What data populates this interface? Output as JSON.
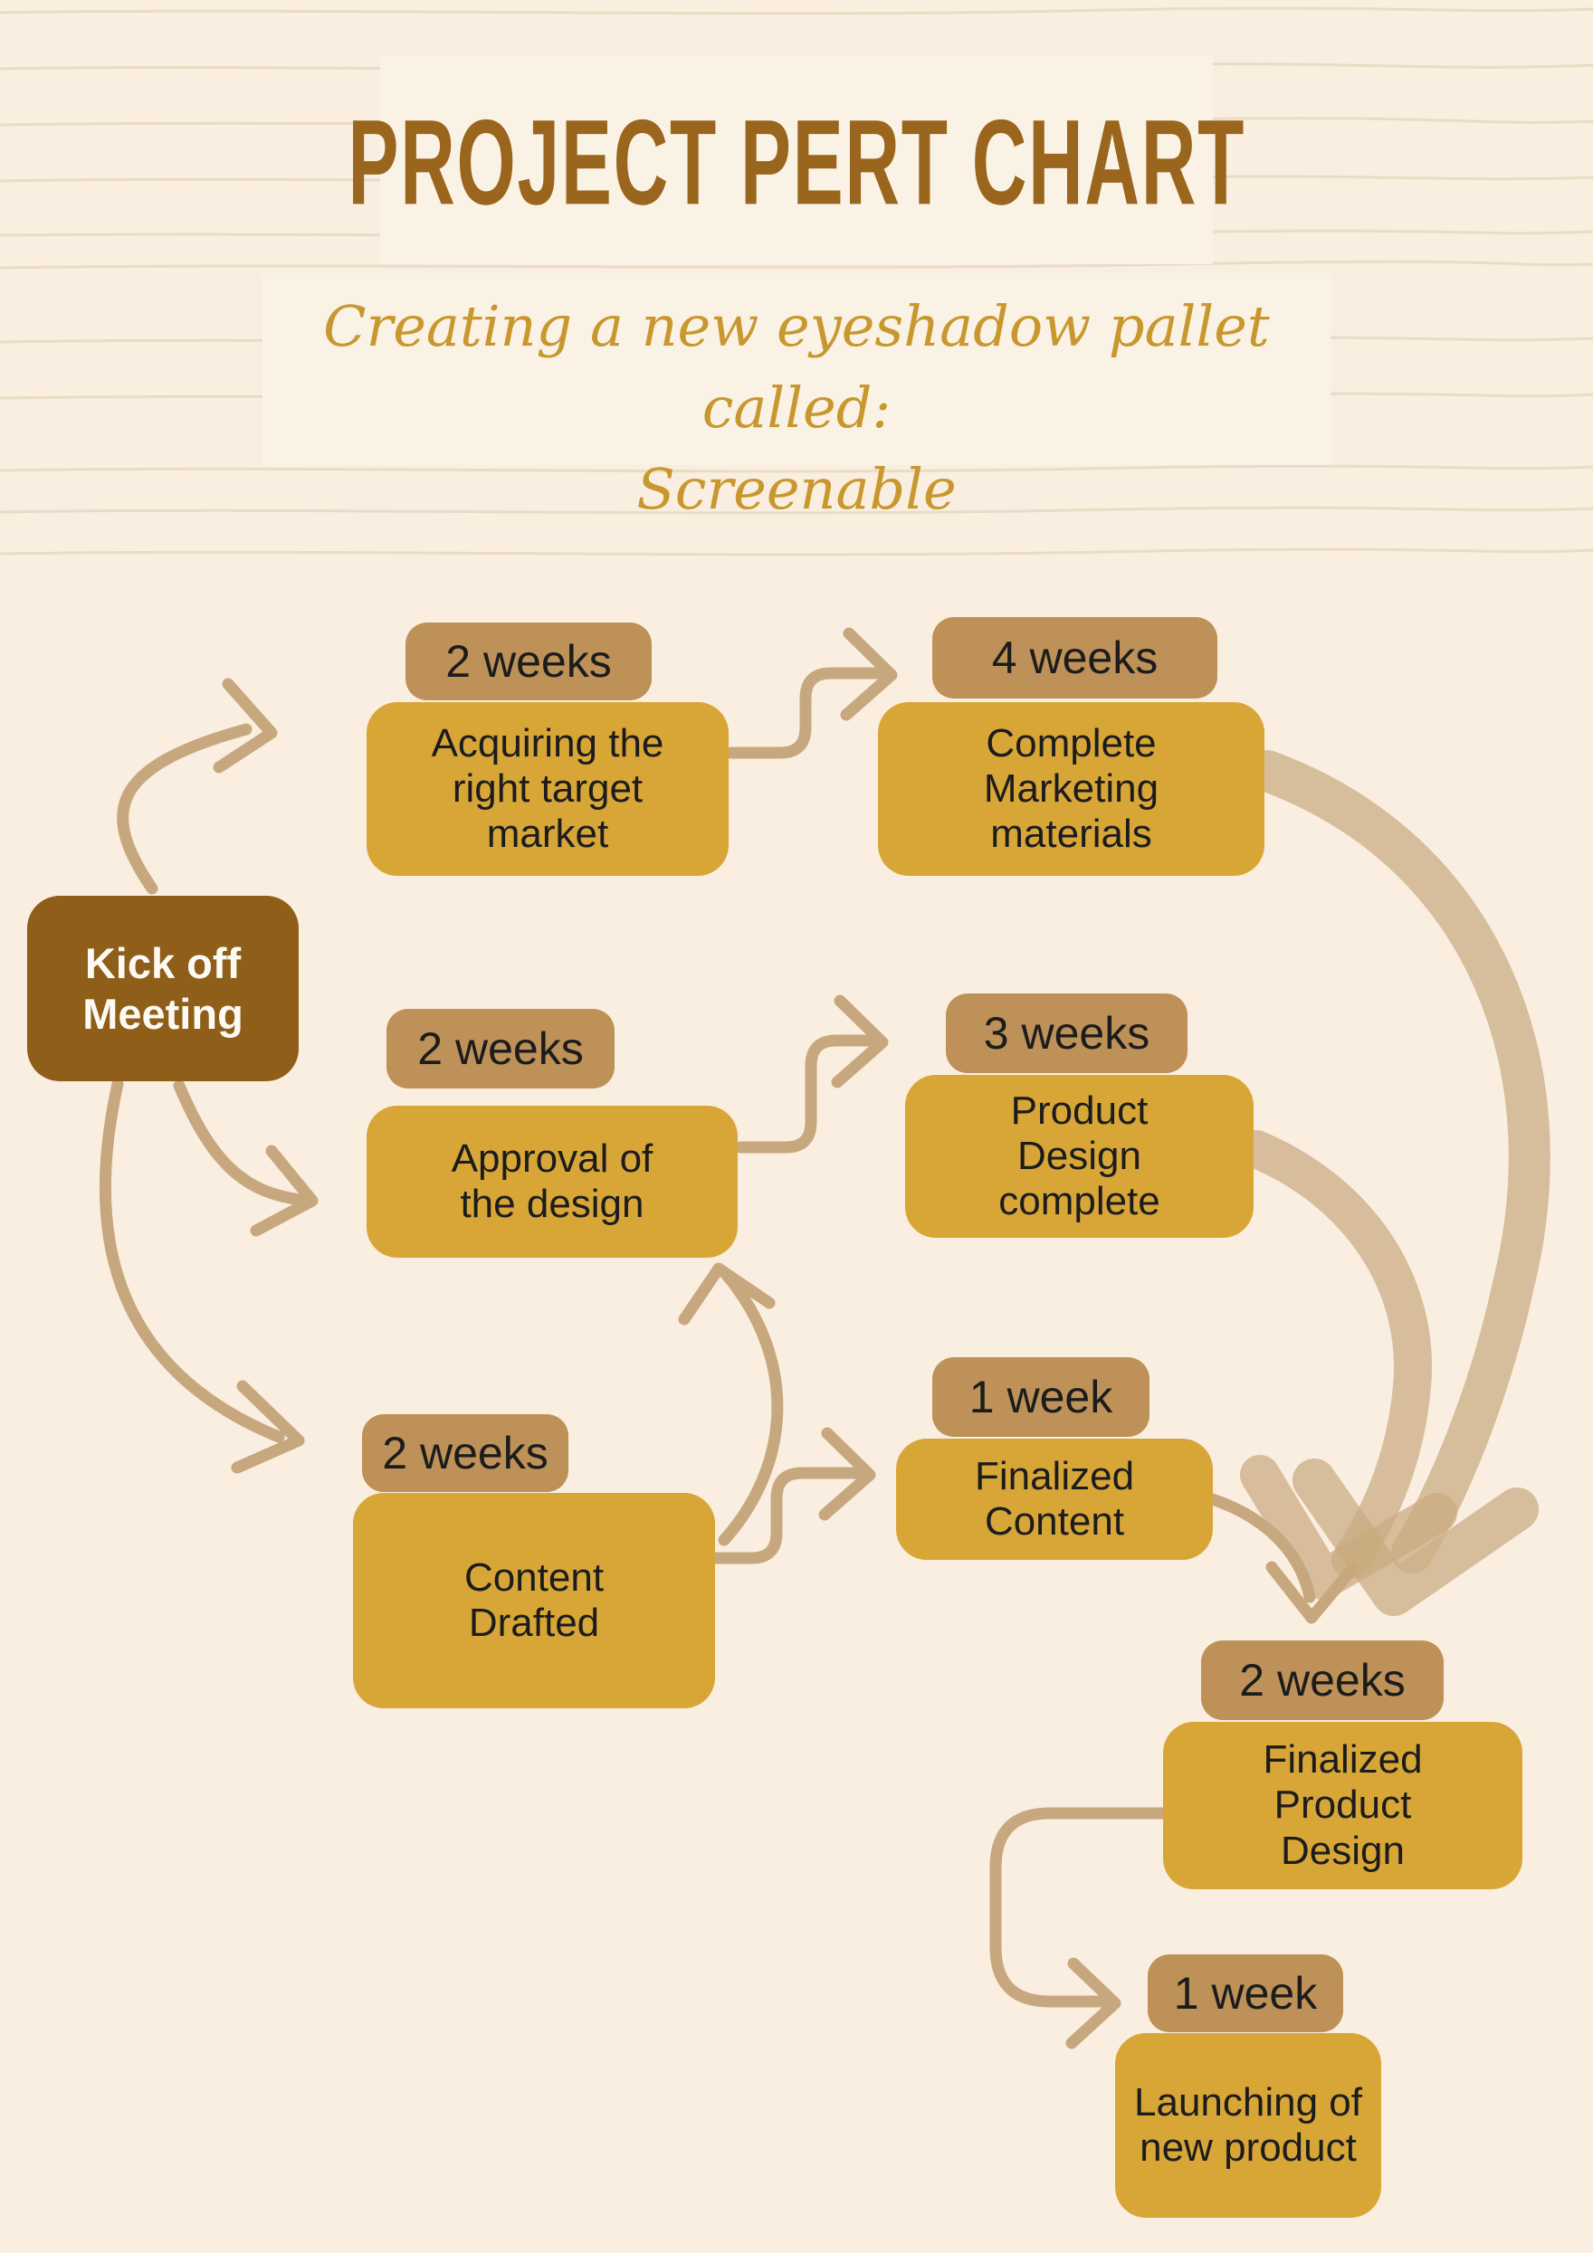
{
  "header": {
    "title": "PROJECT PERT CHART",
    "subtitle_line1": "Creating a new eyeshadow pallet called:",
    "subtitle_line2": "Screenable"
  },
  "colors": {
    "background": "#faeee0",
    "panel": "#fbf2e6",
    "banner_line": "#e9dbc4",
    "title_text": "#9a651c",
    "subtitle_text": "#c8982f",
    "start_node_bg": "#8f5e19",
    "start_node_text": "#fdfaf4",
    "task_box_bg": "#d7a637",
    "duration_badge_bg": "#bd9157",
    "node_text": "#1c1c1c",
    "arrow": "#c7a87e",
    "arrow_heavy": "#cdb08a"
  },
  "nodes": {
    "start": {
      "label": "Kick off\nMeeting"
    },
    "tasks": [
      {
        "duration": "2 weeks",
        "label": "Acquiring the\nright target\nmarket"
      },
      {
        "duration": "4 weeks",
        "label": "Complete\nMarketing\nmaterials"
      },
      {
        "duration": "2 weeks",
        "label": "Approval of\nthe design"
      },
      {
        "duration": "3 weeks",
        "label": "Product\nDesign\ncomplete"
      },
      {
        "duration": "2 weeks",
        "label": "Content\nDrafted"
      },
      {
        "duration": "1 week",
        "label": "Finalized\nContent"
      },
      {
        "duration": "2 weeks",
        "label": "Finalized\nProduct\nDesign"
      },
      {
        "duration": "1 week",
        "label": "Launching of\nnew product"
      }
    ]
  },
  "edges": [
    {
      "from": "Kick off Meeting",
      "to": "Acquiring the right target market"
    },
    {
      "from": "Kick off Meeting",
      "to": "Approval of the design"
    },
    {
      "from": "Kick off Meeting",
      "to": "Content Drafted"
    },
    {
      "from": "Acquiring the right target market",
      "to": "Complete Marketing materials"
    },
    {
      "from": "Approval of the design",
      "to": "Product Design complete"
    },
    {
      "from": "Content Drafted",
      "to": "Approval of the design"
    },
    {
      "from": "Content Drafted",
      "to": "Finalized Content"
    },
    {
      "from": "Complete Marketing materials",
      "to": "Finalized Product Design"
    },
    {
      "from": "Product Design complete",
      "to": "Finalized Product Design"
    },
    {
      "from": "Finalized Content",
      "to": "Finalized Product Design"
    },
    {
      "from": "Finalized Product Design",
      "to": "Launching of new product"
    }
  ]
}
